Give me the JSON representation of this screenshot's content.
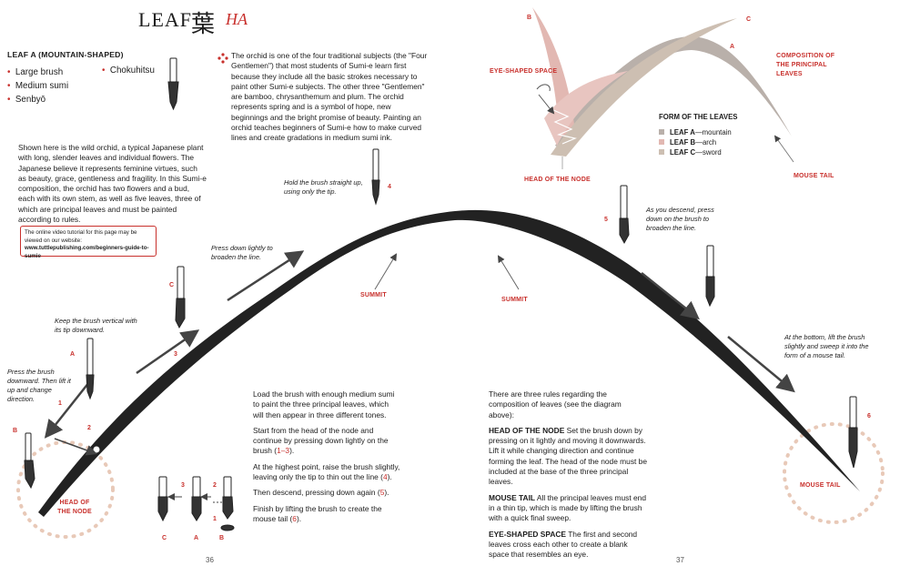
{
  "header": {
    "title": "LEAF",
    "kanji": "葉",
    "reading": "HA"
  },
  "left": {
    "heading": "LEAF A (MOUNTAIN-SHAPED)",
    "materials": [
      "Large brush",
      "Medium sumi",
      "Senbyō"
    ],
    "materials_col2": [
      "Chokuhitsu"
    ],
    "intro": "Shown here is the wild orchid, a typical Japanese plant with long, slender leaves and individual flowers. The Japanese believe it represents feminine virtues, such as beauty, grace, gentleness and fragility. In this Sumi-e composition, the orchid has two flowers and a bud, each with its own stem, as well as five leaves, three of which are principal leaves and must be painted according to rules.",
    "video_line1": "The online video tutorial for this page may be viewed on our website:",
    "video_url": "www.tuttlepublishing.com/beginners-guide-to-sumie"
  },
  "orchid_note": "The orchid is one of the four traditional subjects (the \"Four Gentlemen\") that most students of Sumi-e learn first because they include all the basic strokes necessary to paint other Sumi-e subjects. The other three \"Gentlemen\" are bamboo, chrysanthemum and plum. The orchid represents spring and is a symbol of hope, new beginnings and the bright promise of beauty. Painting an orchid teaches beginners of Sumi-e how to make curved lines and create gradations in medium sumi ink.",
  "annotations": {
    "press_down": "Press the brush downward. Then lift it up and change direction.",
    "keep_vertical": "Keep the brush vertical with its tip downward.",
    "press_lightly": "Press down lightly to broaden the line.",
    "hold_straight": "Hold the brush straight up, using only the tip.",
    "descend": "As you descend, press down on the brush to broaden the line.",
    "bottom": "At the bottom, lift the brush slightly and sweep it into the form of a mouse tail."
  },
  "labels": {
    "head_of_node": "HEAD OF THE NODE",
    "summit": "SUMMIT",
    "mouse_tail": "MOUSE TAIL",
    "eye_shaped": "EYE-SHAPED SPACE",
    "composition": "COMPOSITION OF THE PRINCIPAL LEAVES",
    "head_of_node_top": "HEAD OF THE NODE",
    "mouse_tail_top": "MOUSE TAIL"
  },
  "brush_letters": {
    "A": "A",
    "B": "B",
    "C": "C"
  },
  "step_numbers": {
    "n1": "1",
    "n2": "2",
    "n3": "3",
    "n4": "4",
    "n5": "5",
    "n6": "6"
  },
  "diagram_letters": {
    "A": "A",
    "B": "B",
    "C": "C"
  },
  "mini_letters": {
    "C": "C",
    "A": "A",
    "B": "B",
    "n1": "1",
    "n2": "2",
    "n3": "3"
  },
  "form": {
    "title": "FORM OF THE LEAVES",
    "items": [
      {
        "key": "LEAF A",
        "desc": "—mountain",
        "color": "#b9b0aa"
      },
      {
        "key": "LEAF B",
        "desc": "—arch",
        "color": "#e2b8b2"
      },
      {
        "key": "LEAF C",
        "desc": "—sword",
        "color": "#cdbfb2"
      }
    ]
  },
  "instructions": {
    "p1": "Load the brush with enough medium sumi to paint the three principal leaves, which will then appear in three different tones.",
    "p2_pre": "Start from the head of the node and continue by pressing down lightly on the brush (",
    "p2_ref": "1–3",
    "p2_post": ").",
    "p3_pre": "At the highest point, raise the brush slightly, leaving only the tip to thin out the line (",
    "p3_ref": "4",
    "p3_post": ").",
    "p4_pre": "Then descend, pressing down again (",
    "p4_ref": "5",
    "p4_post": ").",
    "p5_pre": "Finish by lifting the brush to create the mouse tail (",
    "p5_ref": "6",
    "p5_post": ")."
  },
  "rules": {
    "intro": "There are three rules regarding the composition of leaves (see the diagram above):",
    "r1_title": "HEAD OF THE NODE",
    "r1_text": " Set the brush down by pressing on it lightly and moving it downwards. Lift it while changing direction and continue forming the leaf. The head of the node must be included at the base of the three principal leaves.",
    "r2_title": "MOUSE TAIL",
    "r2_text": " All the principal leaves must end in a thin tip, which is made by lifting the brush with a quick final sweep.",
    "r3_title": "EYE-SHAPED SPACE",
    "r3_text": " The first and second leaves cross each other to create a blank space that resembles an eye."
  },
  "pages": {
    "left": "36",
    "right": "37"
  },
  "colors": {
    "accent": "#c8302c",
    "ink": "#1c1c1c",
    "leafA": "#b9b0aa",
    "leafB": "#e2b8b2",
    "leafC": "#cdbfb2"
  }
}
